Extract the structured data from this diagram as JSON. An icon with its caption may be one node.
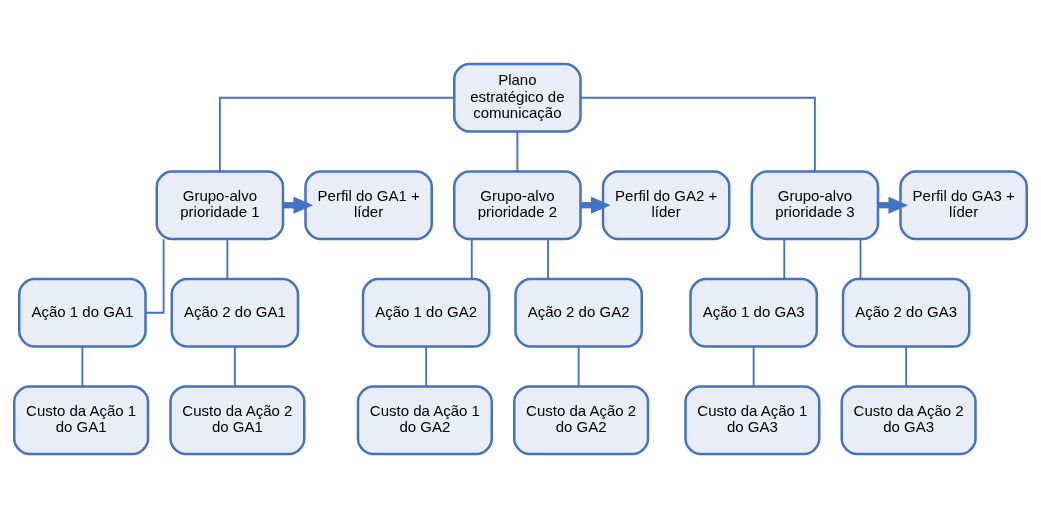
{
  "diagram": {
    "nodes": [
      {
        "text": [
          "Plano estratégico de comunicação"
        ]
      },
      {
        "text": [
          "Perfil do GA3 + líder"
        ]
      },
      {
        "text": [
          "Grupo-alvo prioridade 1"
        ]
      },
      {
        "text": [
          "Perfil do GA1 + líder"
        ]
      },
      {
        "text": [
          "Grupo-alvo prioridade 2"
        ]
      },
      {
        "text": [
          "Perfil do GA2 + líder"
        ]
      },
      {
        "text": [
          "Grupo-alvo prioridade 3"
        ]
      },
      {
        "text": [
          "Ação 1 do GA1"
        ]
      },
      {
        "text": [
          "Ação 2 do GA1"
        ]
      },
      {
        "text": [
          "Ação 1 do GA2"
        ]
      },
      {
        "text": [
          "Ação 2 do GA2"
        ]
      },
      {
        "text": [
          "Ação 1 do GA3"
        ]
      },
      {
        "text": [
          "Ação 2 do GA3"
        ]
      },
      {
        "text": [
          "Custo da Ação 1 do GA1"
        ]
      },
      {
        "text": [
          "Custo da Ação 2 do GA1"
        ]
      },
      {
        "text": [
          "Custo da Ação 1 do GA2"
        ]
      },
      {
        "text": [
          "Custo da Ação 2 do GA2"
        ]
      },
      {
        "text": [
          "Custo da Ação 1 do GA3"
        ]
      },
      {
        "text": [
          "Custo da Ação 2 do GA3"
        ]
      }
    ],
    "edges": [
      {
        "from": 0,
        "to": 2,
        "arrow": "none"
      },
      {
        "from": 0,
        "to": 4,
        "arrow": "none"
      },
      {
        "from": 0,
        "to": 6,
        "arrow": "none"
      },
      {
        "from": 6,
        "to": 1,
        "arrow": "to",
        "style": "thick"
      },
      {
        "from": 2,
        "to": 3,
        "arrow": "to",
        "style": "thick"
      },
      {
        "from": 4,
        "to": 5,
        "arrow": "to",
        "style": "thick"
      },
      {
        "from": 2,
        "to": 7,
        "arrow": "none"
      },
      {
        "from": 2,
        "to": 8,
        "arrow": "none"
      },
      {
        "from": 4,
        "to": 9,
        "arrow": "none"
      },
      {
        "from": 4,
        "to": 10,
        "arrow": "none"
      },
      {
        "from": 6,
        "to": 11,
        "arrow": "none"
      },
      {
        "from": 6,
        "to": 12,
        "arrow": "none"
      },
      {
        "from": 7,
        "to": 13,
        "arrow": "none"
      },
      {
        "from": 8,
        "to": 14,
        "arrow": "none"
      },
      {
        "from": 9,
        "to": 15,
        "arrow": "none"
      },
      {
        "from": 10,
        "to": 16,
        "arrow": "none"
      },
      {
        "from": 11,
        "to": 17,
        "arrow": "none"
      },
      {
        "from": 12,
        "to": 18,
        "arrow": "none"
      }
    ]
  }
}
